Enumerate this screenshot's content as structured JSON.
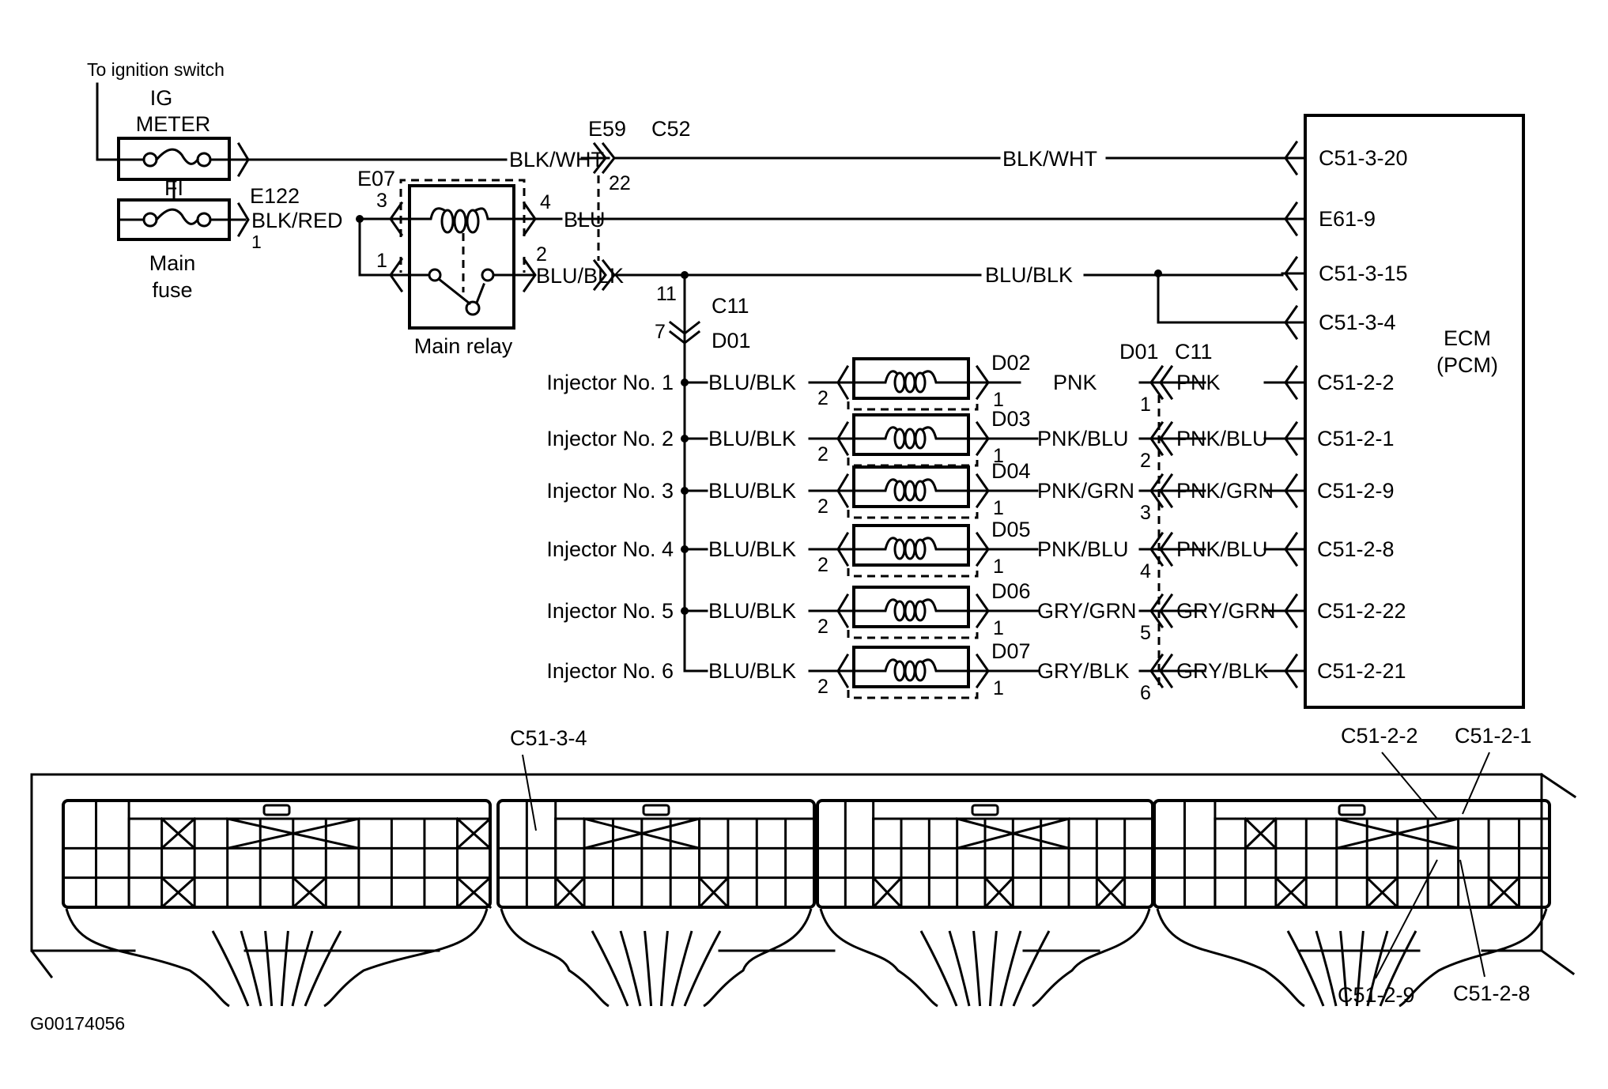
{
  "figure_id": "G00174056",
  "power": {
    "ignition_label": "To ignition switch",
    "ig_fuse_label_1": "IG",
    "ig_fuse_label_2": "METER",
    "fi_fuse_label": "FI",
    "main_fuse_label_1": "Main",
    "main_fuse_label_2": "fuse",
    "e122": "E122",
    "e122_wire": "BLK/RED",
    "e122_pin": "1"
  },
  "relay": {
    "label": "Main relay",
    "connector": "E07",
    "pins": {
      "p3": "3",
      "p1": "1",
      "p4": "4",
      "p2": "2"
    },
    "out_coil_wire": "BLU",
    "out_switch_wire": "BLU/BLK"
  },
  "top_wires": {
    "blk_wht_1": "BLK/WHT",
    "blk_wht_2": "BLK/WHT",
    "blu_blk_2": "BLU/BLK",
    "e59": "E59",
    "c52": "C52",
    "pin_22": "22",
    "pin_11": "11",
    "c11": "C11",
    "pin_7": "7",
    "d01": "D01"
  },
  "injectors": [
    {
      "label": "Injector No. 1",
      "feed": "BLU/BLK",
      "connector": "D02",
      "pin_in": "2",
      "pin_out": "1",
      "wire_out": "PNK",
      "c11_pin": "1",
      "ecm_wire": "PNK",
      "ecm_pin": "C51-2-2"
    },
    {
      "label": "Injector No. 2",
      "feed": "BLU/BLK",
      "connector": "D03",
      "pin_in": "2",
      "pin_out": "1",
      "wire_out": "PNK/BLU",
      "c11_pin": "2",
      "ecm_wire": "PNK/BLU",
      "ecm_pin": "C51-2-1"
    },
    {
      "label": "Injector No. 3",
      "feed": "BLU/BLK",
      "connector": "D04",
      "pin_in": "2",
      "pin_out": "1",
      "wire_out": "PNK/GRN",
      "c11_pin": "3",
      "ecm_wire": "PNK/GRN",
      "ecm_pin": "C51-2-9"
    },
    {
      "label": "Injector No. 4",
      "feed": "BLU/BLK",
      "connector": "D05",
      "pin_in": "2",
      "pin_out": "1",
      "wire_out": "PNK/BLU",
      "c11_pin": "4",
      "ecm_wire": "PNK/BLU",
      "ecm_pin": "C51-2-8"
    },
    {
      "label": "Injector No. 5",
      "feed": "BLU/BLK",
      "connector": "D06",
      "pin_in": "2",
      "pin_out": "1",
      "wire_out": "GRY/GRN",
      "c11_pin": "5",
      "ecm_wire": "GRY/GRN",
      "ecm_pin": "C51-2-22"
    },
    {
      "label": "Injector No. 6",
      "feed": "BLU/BLK",
      "connector": "D07",
      "pin_in": "2",
      "pin_out": "1",
      "wire_out": "GRY/BLK",
      "c11_pin": "6",
      "ecm_wire": "GRY/BLK",
      "ecm_pin": "C51-2-21"
    }
  ],
  "c11_group": {
    "d01": "D01",
    "c11": "C11"
  },
  "ecm": {
    "title_1": "ECM",
    "title_2": "(PCM)",
    "pins_top": [
      "C51-3-20",
      "E61-9",
      "C51-3-15",
      "C51-3-4"
    ]
  },
  "connector_view": {
    "callouts": {
      "c51_3_4": "C51-3-4",
      "c51_2_2": "C51-2-2",
      "c51_2_1": "C51-2-1",
      "c51_2_9": "C51-2-9",
      "c51_2_8": "C51-2-8"
    }
  }
}
